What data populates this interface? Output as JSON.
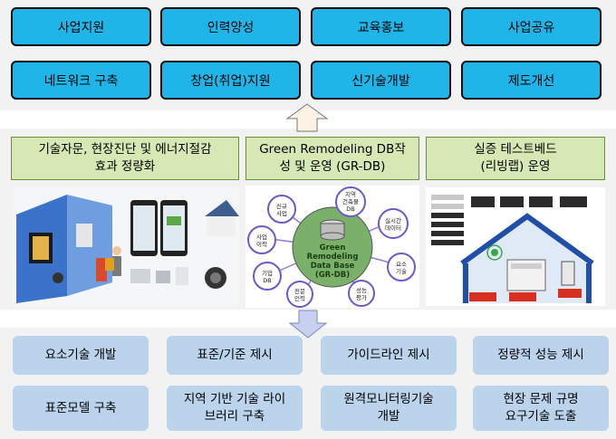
{
  "top_grid": {
    "row1": [
      "사업지원",
      "인력양성",
      "교육홍보",
      "사업공유"
    ],
    "row2": [
      "네트워크 구축",
      "창업(취업)지원",
      "신기술개발",
      "제도개선"
    ]
  },
  "middle": {
    "box1": {
      "line1": "기술자문, 현장진단 및 에너지절감",
      "line2": "효과 정량화"
    },
    "box2": {
      "line1": "Green Remodeling DB작",
      "line2": "성 및 운영 (GR-DB)"
    },
    "box3": {
      "line1": "실증 테스트베드",
      "line2": "(리빙랩) 운영"
    }
  },
  "db_diagram": {
    "center": {
      "l1": "Green",
      "l2": "Remodeling",
      "l3": "Data Base",
      "l4": "(GR-DB)"
    },
    "nodes": [
      {
        "l1": "지역",
        "l2": "건축물",
        "l3": "DB"
      },
      {
        "l1": "실시간",
        "l2": "데이터",
        "l3": ""
      },
      {
        "l1": "요소",
        "l2": "기술",
        "l3": ""
      },
      {
        "l1": "성능",
        "l2": "평가",
        "l3": ""
      },
      {
        "l1": "전문",
        "l2": "인력",
        "l3": ""
      },
      {
        "l1": "기업",
        "l2": "DB",
        "l3": ""
      },
      {
        "l1": "사업",
        "l2": "이력",
        "l3": ""
      },
      {
        "l1": "신규",
        "l2": "사업",
        "l3": ""
      }
    ]
  },
  "bottom_grid": {
    "row1": [
      "요소기술 개발",
      "표준/기준 제시",
      "가이드라인 제시",
      "정량적 성능 제시"
    ],
    "row2": [
      {
        "line1": "표준모델 구축",
        "line2": ""
      },
      {
        "line1": "지역 기반 기술 라이",
        "line2": "브러리 구축"
      },
      {
        "line1": "원격모니터링기술",
        "line2": "개발"
      },
      {
        "line1": "현장 문제 규명",
        "line2": "요구기술 도출"
      }
    ]
  },
  "colors": {
    "top_box": "#1fb5e8",
    "green_box": "#d6e9b4",
    "bottom_box": "#bcd3ec",
    "db_circle": "#7ab06a",
    "db_node_border": "#6a5acd",
    "arrow_up": "#fdf2e4",
    "arrow_down": "#c8d0f0"
  }
}
